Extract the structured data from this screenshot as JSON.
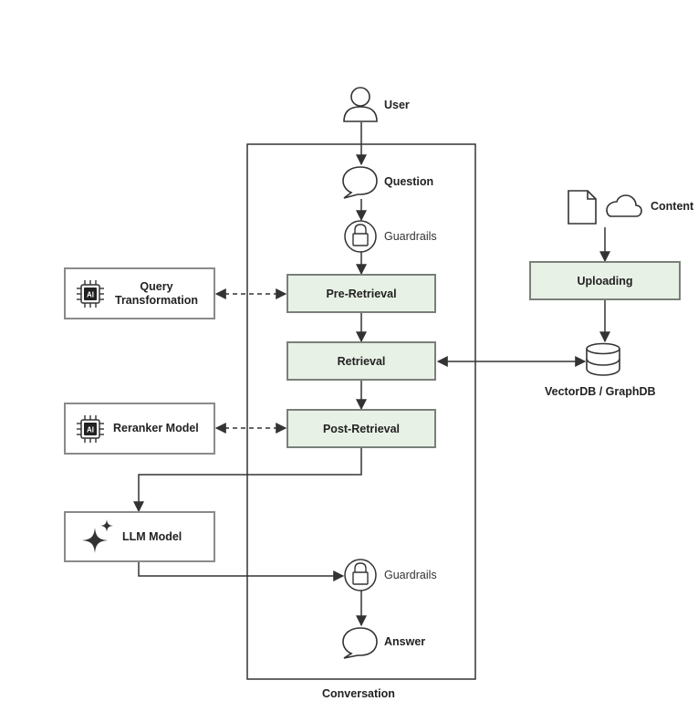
{
  "labels": {
    "user": "User",
    "question": "Question",
    "guardrails_top": "Guardrails",
    "guardrails_bottom": "Guardrails",
    "answer": "Answer",
    "conversation": "Conversation",
    "content": "Content",
    "vectordb": "VectorDB / GraphDB"
  },
  "boxes": {
    "pre_retrieval": "Pre-Retrieval",
    "retrieval": "Retrieval",
    "post_retrieval": "Post-Retrieval",
    "uploading": "Uploading",
    "query_transformation_line1": "Query",
    "query_transformation_line2": "Transformation",
    "reranker_model": "Reranker Model",
    "llm_model": "LLM Model"
  },
  "chip_text": "AI",
  "colors": {
    "stage_fill": "#e8f1e6",
    "stroke": "#333333",
    "box_border": "#8a8a8a"
  },
  "icons": [
    "user-icon",
    "speech-bubble-icon",
    "lock-icon",
    "document-icon",
    "cloud-icon",
    "database-icon",
    "ai-chip-icon",
    "sparkle-icon"
  ]
}
